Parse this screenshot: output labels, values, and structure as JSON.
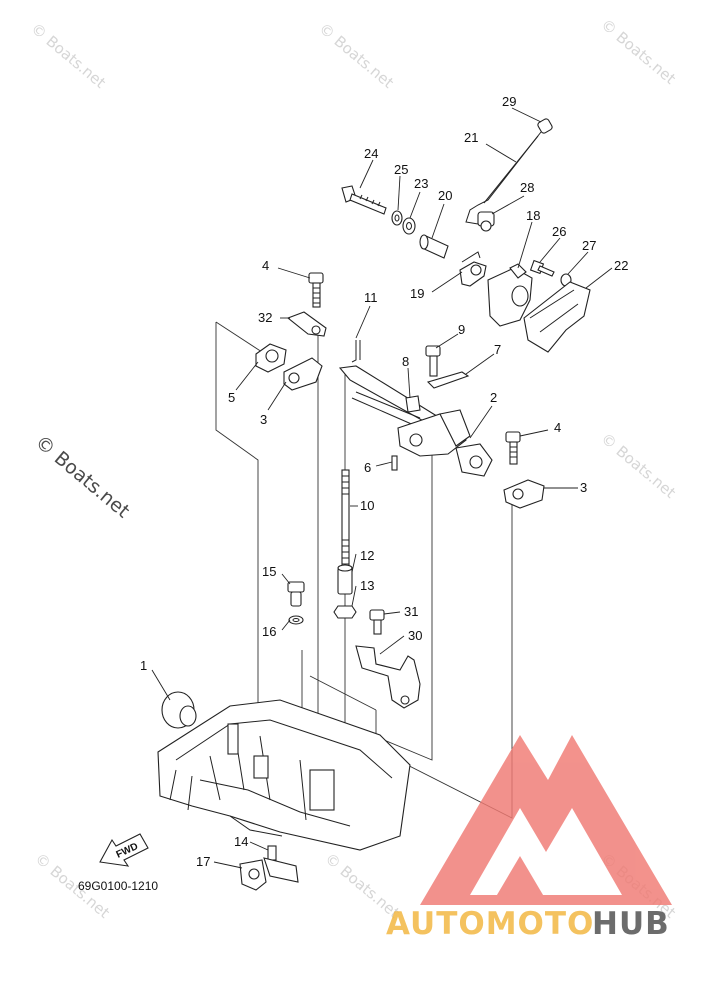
{
  "diagram": {
    "callouts": [
      "1",
      "2",
      "3",
      "3",
      "4",
      "4",
      "5",
      "6",
      "7",
      "8",
      "9",
      "10",
      "11",
      "12",
      "13",
      "14",
      "15",
      "16",
      "17",
      "18",
      "19",
      "20",
      "21",
      "22",
      "23",
      "24",
      "25",
      "26",
      "27",
      "28",
      "29",
      "30",
      "31",
      "32"
    ],
    "fwd_label": "FWD",
    "part_code": "69G0100-1210"
  },
  "watermark": {
    "text": "© Boats.net",
    "large_text": "© Boats.net"
  },
  "logo": {
    "part_a": "AUTOMOTO",
    "part_b": "HUB",
    "colors": {
      "triangle": "#f07a73",
      "text_a": "#f2b53d",
      "text_b": "#4d4d4d"
    }
  }
}
